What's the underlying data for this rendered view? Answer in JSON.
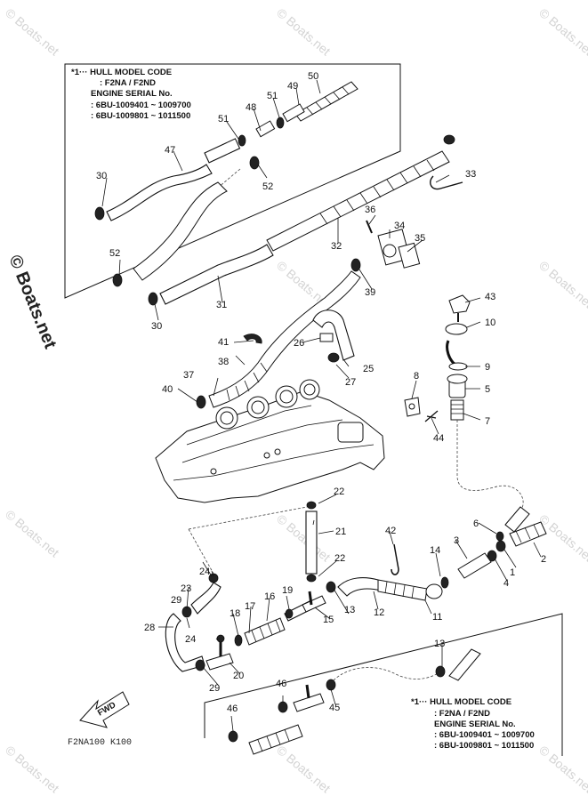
{
  "watermark": {
    "text": "© Boats.net",
    "color": "#d4d4d4"
  },
  "side_watermark": "© Boats.net",
  "diagram_code": "F2NA100 K100",
  "fwd_label": "FWD",
  "notes": {
    "upper": {
      "line1": "*1··· HULL MODEL CODE",
      "line2": ": F2NA / F2ND",
      "line3": "ENGINE SERIAL No.",
      "line4": ": 6BU-1009401 ~ 1009700",
      "line5": ": 6BU-1009801 ~ 1011500"
    },
    "lower": {
      "line1": "*1··· HULL MODEL CODE",
      "line2": ": F2NA / F2ND",
      "line3": "ENGINE SERIAL No.",
      "line4": ": 6BU-1009401 ~ 1009700",
      "line5": ": 6BU-1009801 ~ 1011500"
    }
  },
  "callouts": {
    "n1": "1",
    "n2": "2",
    "n3": "3",
    "n4": "4",
    "n5": "5",
    "n6": "6",
    "n7": "7",
    "n8": "8",
    "n9": "9",
    "n10": "10",
    "n11": "11",
    "n12": "12",
    "n13": "13",
    "n13b": "13",
    "n14": "14",
    "n15": "15",
    "n16": "16",
    "n17": "17",
    "n18": "18",
    "n19": "19",
    "n20": "20",
    "n21": "21",
    "n22": "22",
    "n22b": "22",
    "n23": "23",
    "n24": "24",
    "n24b": "24",
    "n25": "25",
    "n26": "26",
    "n27": "27",
    "n28": "28",
    "n29": "29",
    "n29b": "29",
    "n30": "30",
    "n30b": "30",
    "n31": "31",
    "n32": "32",
    "n33": "33",
    "n34": "34",
    "n35": "35",
    "n36": "36",
    "n37": "37",
    "n38": "38",
    "n39": "39",
    "n40": "40",
    "n41": "41",
    "n42": "42",
    "n43": "43",
    "n44": "44",
    "n45": "45",
    "n46": "46",
    "n46b": "46",
    "n47": "47",
    "n48": "48",
    "n49": "49",
    "n50": "50",
    "n51": "51",
    "n51b": "51",
    "n52": "52",
    "n52b": "52"
  }
}
